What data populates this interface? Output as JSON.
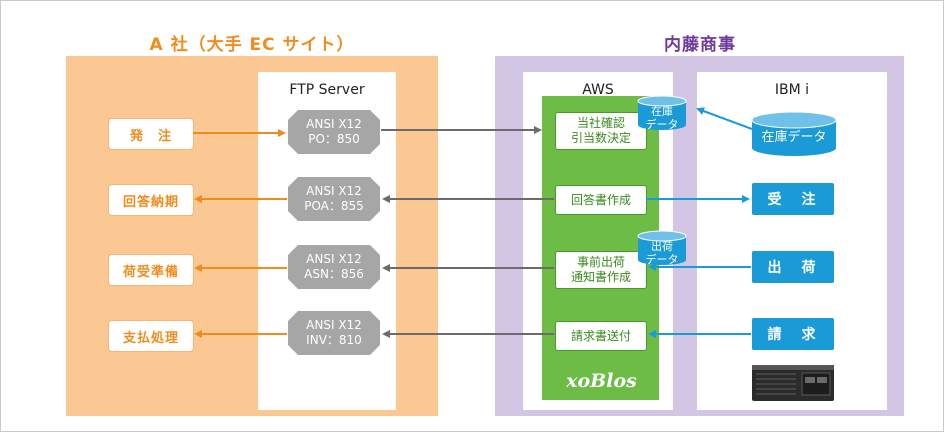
{
  "sections": {
    "company_a": "A 社（大手 EC サイト）",
    "naito": "内藤商事"
  },
  "columns": {
    "ftp": "FTP Server",
    "aws": "AWS",
    "ibm": "IBM i"
  },
  "company_a_boxes": [
    "発　注",
    "回答納期",
    "荷受準備",
    "支払処理"
  ],
  "ftp_docs": [
    {
      "line1": "ANSI X12",
      "line2": "PO：850"
    },
    {
      "line1": "ANSI X12",
      "line2": "POA：855"
    },
    {
      "line1": "ANSI X12",
      "line2": "ASN：856"
    },
    {
      "line1": "ANSI X12",
      "line2": "INV：810"
    }
  ],
  "aws_steps": [
    {
      "line1": "当社確認",
      "line2": "引当数決定"
    },
    {
      "line1": "回答書作成",
      "line2": ""
    },
    {
      "line1": "事前出荷",
      "line2": "通知書作成"
    },
    {
      "line1": "請求書送付",
      "line2": ""
    }
  ],
  "databases": {
    "stock_small": {
      "line1": "在庫",
      "line2": "データ"
    },
    "ship_small": {
      "line1": "出荷",
      "line2": "データ"
    },
    "stock_large": "在庫データ"
  },
  "ibm_boxes": [
    "受　注",
    "出　荷",
    "請　求"
  ],
  "logo": "xoBlos",
  "colors": {
    "orange": "#f08c1e",
    "gray": "#a7a6a6",
    "green": "#6cbc45",
    "blue": "#1a9ad7",
    "purple": "#6f3a9a"
  }
}
